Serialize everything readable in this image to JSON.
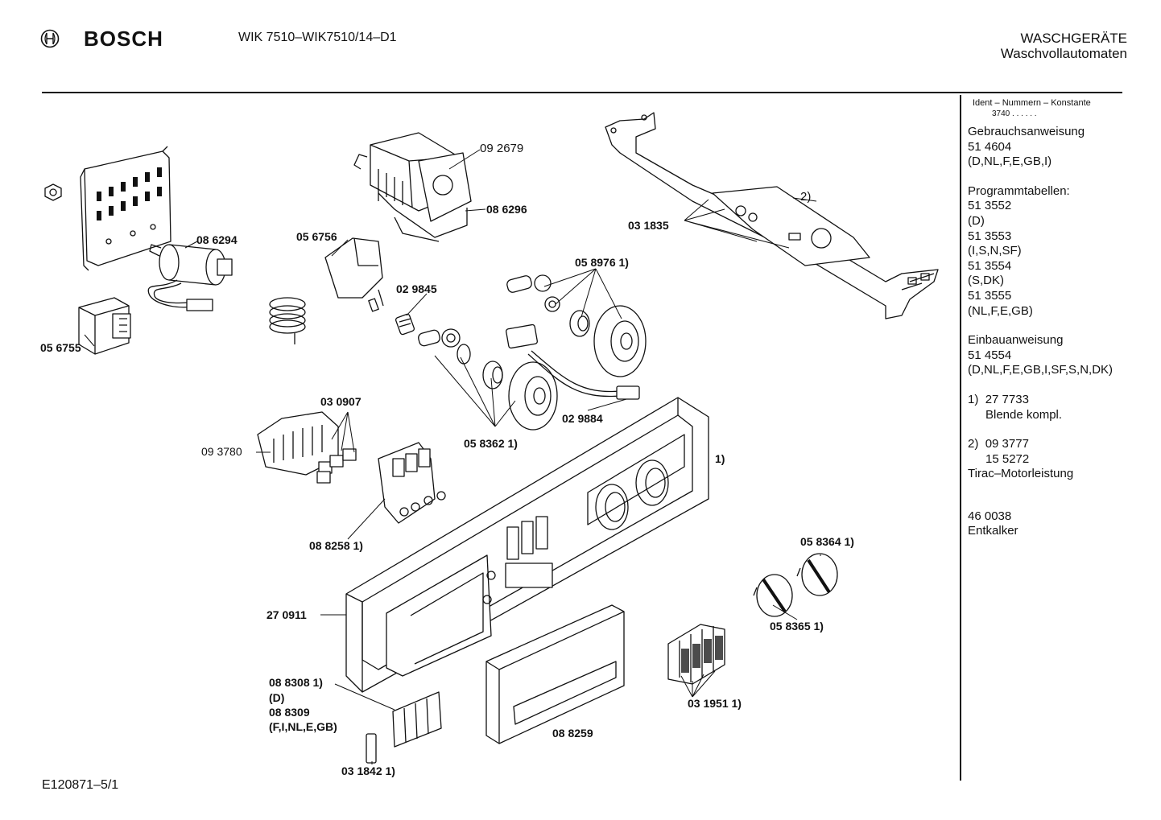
{
  "header": {
    "brand": "BOSCH",
    "model": "WIK 7510–WIK7510/14–D1",
    "category": "WASCHGERÄTE",
    "subcategory": "Waschvollautomaten"
  },
  "footer": {
    "drawing_code": "E120871–5/1"
  },
  "sidebar": {
    "ident_title": "Ident – Nummern – Konstante",
    "ident_value": "3740 . . . . . .",
    "usage_title": "Gebrauchsanweisung",
    "usage_number": "51 4604",
    "usage_langs": "(D,NL,F,E,GB,I)",
    "program_title": "Programmtabellen:",
    "programs": [
      {
        "number": "51 3552",
        "langs": "(D)"
      },
      {
        "number": "51 3553",
        "langs": "(I,S,N,SF)"
      },
      {
        "number": "51 3554",
        "langs": "(S,DK)"
      },
      {
        "number": "51 3555",
        "langs": "(NL,F,E,GB)"
      }
    ],
    "install_title": "Einbauanweisung",
    "install_number": "51 4554",
    "install_langs": "(D,NL,F,E,GB,I,SF,S,N,DK)",
    "note1_marker": "1)",
    "note1_number": "27 7733",
    "note1_text": "Blende kompl.",
    "note2_marker": "2)",
    "note2_number1": "09 3777",
    "note2_number2": "15 5272",
    "note2_text": "Tirac–Motorleistung",
    "extra_number": "46 0038",
    "extra_text": "Entkalker"
  },
  "parts": {
    "p092679": "09 2679",
    "p086296": "08 6296",
    "p086294": "08 6294",
    "p056756": "05 6756",
    "p056755": "05 6755",
    "p029845": "02 9845",
    "p058976": "05 8976 1)",
    "p031835": "03 1835",
    "p2": "2)",
    "p030907": "03 0907",
    "p093780": "09 3780",
    "p058362": "05 8362 1)",
    "p029884": "02 9884",
    "p1": "1)",
    "p088258": "08 8258 1)",
    "p270911": "27 0911",
    "p058364": "05 8364 1)",
    "p058365": "05 8365 1)",
    "p088308": "08 8308 1)",
    "pD": "(D)",
    "p088309": "08 8309",
    "pLangs": "(F,I,NL,E,GB)",
    "p088259": "08 8259",
    "p031951": "03 1951 1)",
    "p031842": "03 1842 1)"
  }
}
